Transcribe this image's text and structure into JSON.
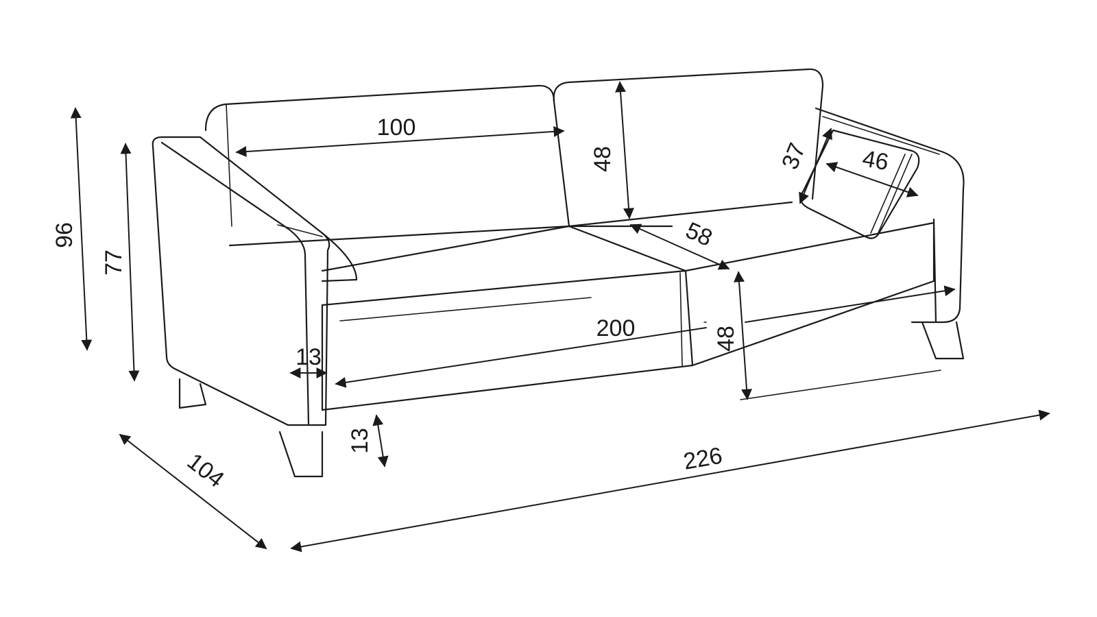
{
  "colors": {
    "line": "#1a1a1a",
    "background": "#ffffff"
  },
  "dimensions": {
    "overall_height": "96",
    "arm_height": "77",
    "depth": "104",
    "overall_width": "226",
    "back_cushion_width": "100",
    "back_cushion_height": "48",
    "seat_depth": "58",
    "pillow_height": "37",
    "pillow_width": "46",
    "seat_width": "200",
    "seat_height": "48",
    "arm_width": "13",
    "leg_height": "13"
  }
}
